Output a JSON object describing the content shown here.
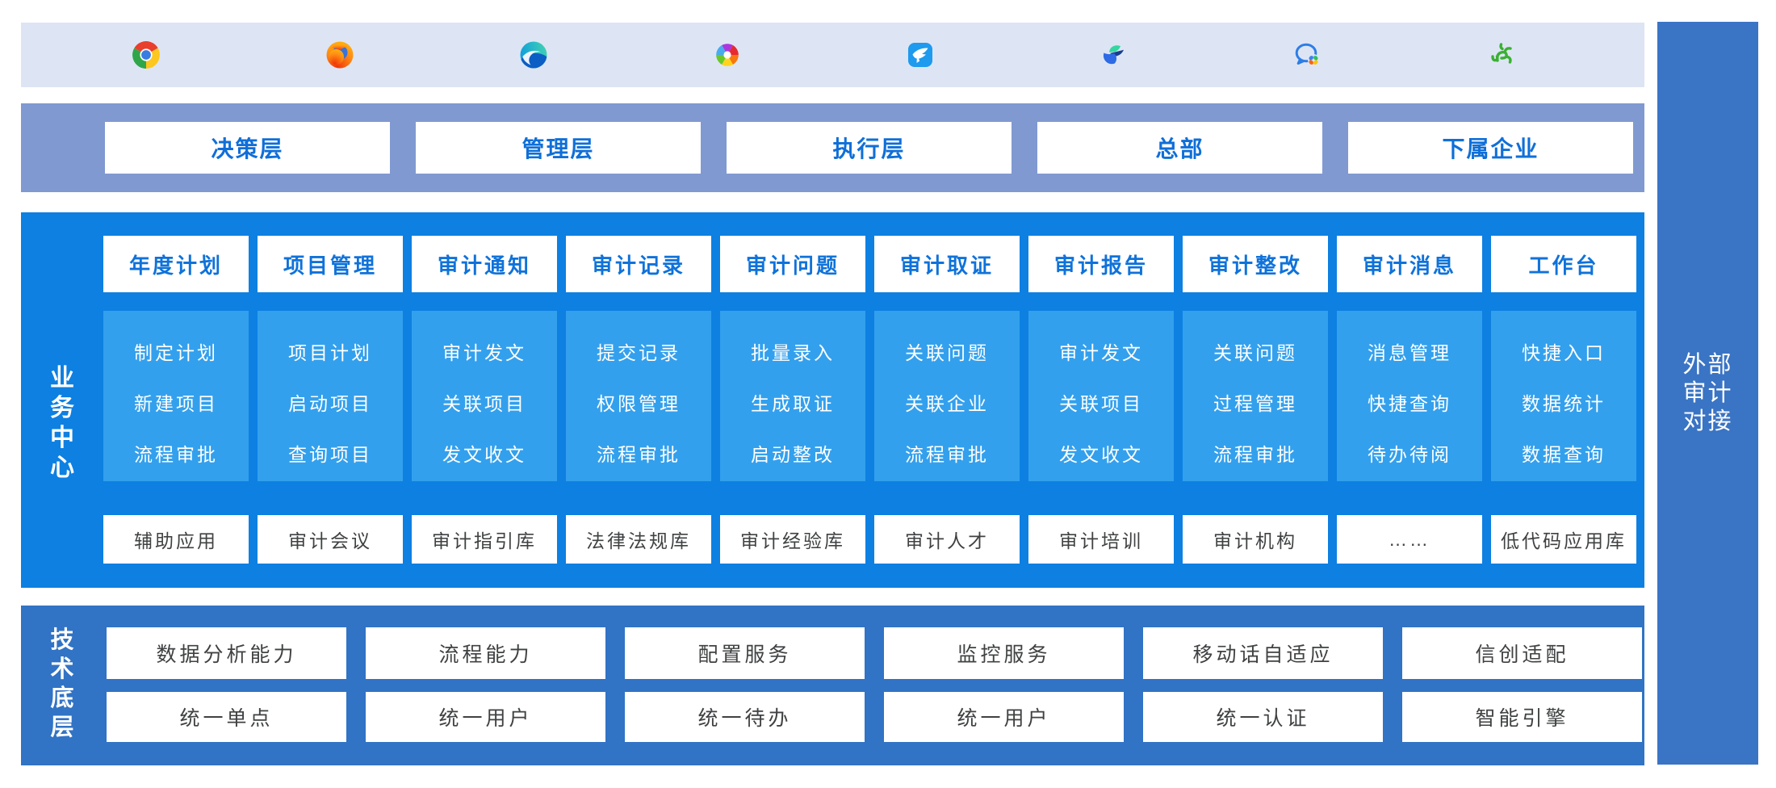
{
  "topbar": {
    "icons": [
      "chrome",
      "firefox",
      "edge",
      "colorwheel-browser",
      "dingtalk",
      "bird-app",
      "wechat-work",
      "green-vine-app"
    ]
  },
  "org_layers": [
    "决策层",
    "管理层",
    "执行层",
    "总部",
    "下属企业"
  ],
  "business_center": {
    "label": "业务中心",
    "columns": [
      {
        "title": "年度计划",
        "items": [
          "制定计划",
          "新建项目",
          "流程审批"
        ]
      },
      {
        "title": "项目管理",
        "items": [
          "项目计划",
          "启动项目",
          "查询项目"
        ]
      },
      {
        "title": "审计通知",
        "items": [
          "审计发文",
          "关联项目",
          "发文收文"
        ]
      },
      {
        "title": "审计记录",
        "items": [
          "提交记录",
          "权限管理",
          "流程审批"
        ]
      },
      {
        "title": "审计问题",
        "items": [
          "批量录入",
          "生成取证",
          "启动整改"
        ]
      },
      {
        "title": "审计取证",
        "items": [
          "关联问题",
          "关联企业",
          "流程审批"
        ]
      },
      {
        "title": "审计报告",
        "items": [
          "审计发文",
          "关联项目",
          "发文收文"
        ]
      },
      {
        "title": "审计整改",
        "items": [
          "关联问题",
          "过程管理",
          "流程审批"
        ]
      },
      {
        "title": "审计消息",
        "items": [
          "消息管理",
          "快捷查询",
          "待办待阅"
        ]
      },
      {
        "title": "工作台",
        "items": [
          "快捷入口",
          "数据统计",
          "数据查询"
        ]
      }
    ],
    "bottom_row": [
      "辅助应用",
      "审计会议",
      "审计指引库",
      "法律法规库",
      "审计经验库",
      "审计人才",
      "审计培训",
      "审计机构",
      "……",
      "低代码应用库"
    ]
  },
  "tech_base": {
    "label": "技术底层",
    "rows": [
      [
        "数据分析能力",
        "流程能力",
        "配置服务",
        "监控服务",
        "移动话自适应",
        "信创适配"
      ],
      [
        "统一单点",
        "统一用户",
        "统一待办",
        "统一用户",
        "统一认证",
        "智能引擎"
      ]
    ]
  },
  "right_panel": {
    "label": "外部审计对接",
    "lines": [
      "外部",
      "审计",
      "对接"
    ]
  },
  "colors": {
    "topbar_bg": "#dde5f4",
    "layerbar_bg": "#8099d1",
    "business_bg": "#0d80e2",
    "subpanel_bg": "#33a0ed",
    "tech_bg": "#3173c5",
    "right_bg": "#3a74c4",
    "button_text_blue": "#0f6fd8",
    "button_text_gray": "#3f4142"
  }
}
